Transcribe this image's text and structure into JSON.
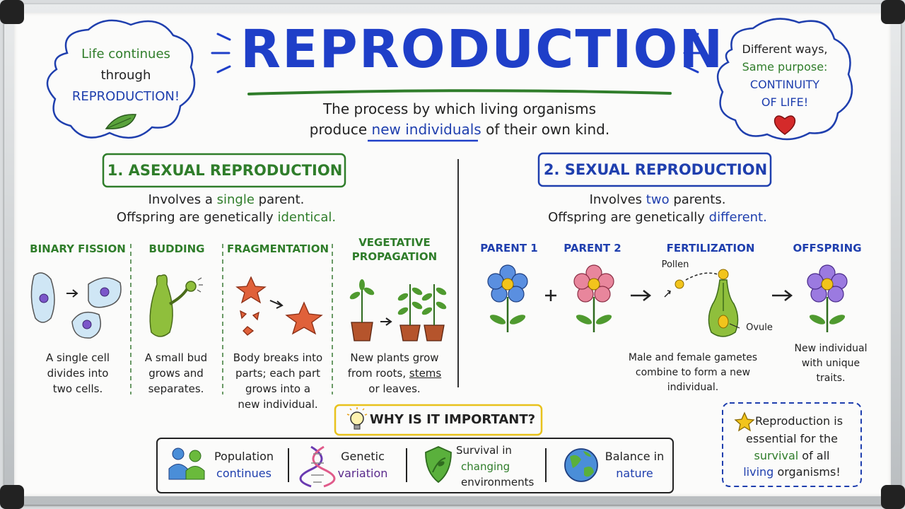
{
  "title": "REPRODUCTION",
  "definition": {
    "line1": "The process by which living organisms",
    "line2_pre": "produce",
    "line2_highlight": "new individuals",
    "line2_post": "of their own kind."
  },
  "cloud_left": {
    "line1": "Life continues",
    "line2": "through",
    "line3": "REPRODUCTION!"
  },
  "cloud_right": {
    "line1": "Different ways,",
    "line2": "Same purpose:",
    "line3": "CONTINUITY",
    "line4": "OF LIFE!"
  },
  "asexual": {
    "heading": "1. ASEXUAL REPRODUCTION",
    "desc1_pre": "Involves a",
    "desc1_hl": "single",
    "desc1_post": "parent.",
    "desc2_pre": "Offspring are genetically",
    "desc2_hl": "identical.",
    "types": [
      {
        "name": "BINARY FISSION",
        "text1": "A single cell",
        "text2": "divides into",
        "text3": "two cells."
      },
      {
        "name": "BUDDING",
        "text1": "A small bud",
        "text2": "grows and",
        "text3": "separates."
      },
      {
        "name": "FRAGMENTATION",
        "text1": "Body breaks into",
        "text2": "parts; each part",
        "text3": "grows into a",
        "text4": "new individual."
      },
      {
        "name1": "VEGETATIVE",
        "name2": "PROPAGATION",
        "text1": "New plants grow",
        "text2": "from roots,",
        "text2b": "stems",
        "text3": "or leaves."
      }
    ]
  },
  "sexual": {
    "heading": "2. SEXUAL REPRODUCTION",
    "desc1_pre": "Involves",
    "desc1_hl": "two",
    "desc1_post": "parents.",
    "desc2_pre": "Offspring are genetically",
    "desc2_hl": "different.",
    "labels": {
      "parent1": "PARENT 1",
      "parent2": "PARENT 2",
      "fert": "FERTILIZATION",
      "offspring": "OFFSPRING",
      "pollen": "Pollen",
      "ovule": "Ovule"
    },
    "fert_text": {
      "l1": "Male and female gametes",
      "l2": "combine to form a new",
      "l3": "individual."
    },
    "off_text": {
      "l1": "New individual",
      "l2": "with unique",
      "l3": "traits."
    }
  },
  "why": {
    "heading": "WHY IS IT IMPORTANT?",
    "items": [
      {
        "l1": "Population",
        "l2": "continues"
      },
      {
        "l1": "Genetic",
        "l2": "variation"
      },
      {
        "l1": "Survival in",
        "l2": "changing",
        "l3": "environments"
      },
      {
        "l1": "Balance in",
        "l2": "nature"
      }
    ]
  },
  "note": {
    "l1": "Reproduction is",
    "l2": "essential for the",
    "l3_hl": "survival",
    "l3_post": "of all",
    "l4_hl": "living",
    "l4_post": "organisms!"
  },
  "colors": {
    "blue": "#1f3fc8",
    "green": "#2f7d2a",
    "yellow": "#e8c21c"
  },
  "icons": [
    "leaf-icon",
    "heart-icon",
    "lightbulb-icon",
    "people-icon",
    "dna-icon",
    "shield-icon",
    "earth-icon",
    "star-icon"
  ]
}
